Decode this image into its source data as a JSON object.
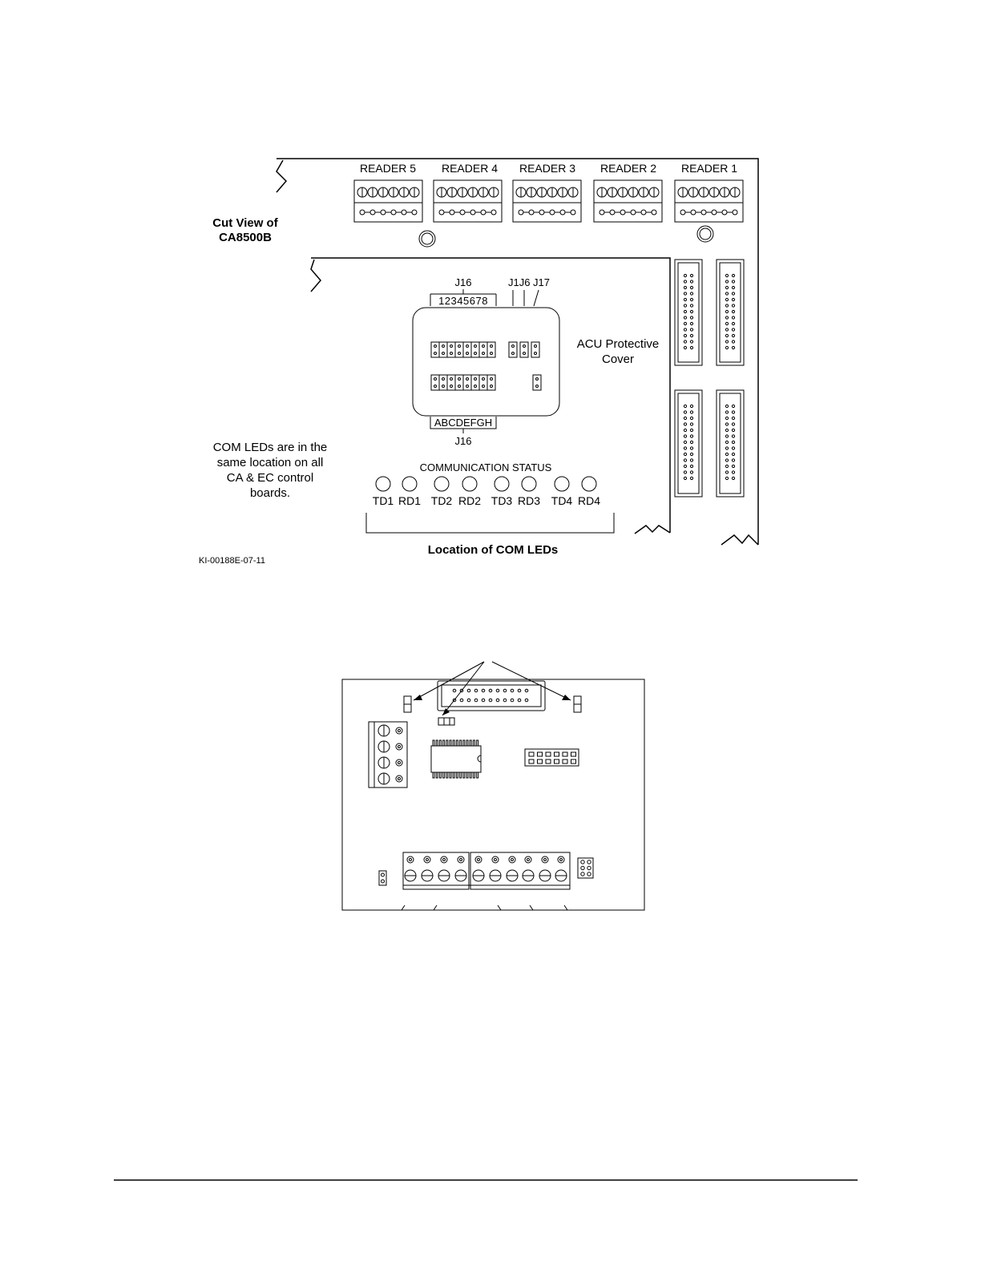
{
  "top_diagram": {
    "readers": [
      "READER 5",
      "READER 4",
      "READER 3",
      "READER 2",
      "READER 1"
    ],
    "cut_view_line1": "Cut View of",
    "cut_view_line2": "CA8500B",
    "j16_top": "J16",
    "j16_top_numbers": "12345678",
    "j1_j6_j17": "J1J6 J17",
    "cover_line1": "ACU Protective",
    "cover_line2": "Cover",
    "j16_bottom_letters": "ABCDEFGH",
    "j16_bottom": "J16",
    "note_lines": [
      "COM LEDs are in the",
      "same location on all",
      "CA & EC control",
      "boards."
    ],
    "comm_status": "COMMUNICATION STATUS",
    "leds": [
      "TD1",
      "RD1",
      "TD2",
      "RD2",
      "TD3",
      "RD3",
      "TD4",
      "RD4"
    ],
    "location_caption": "Location of COM LEDs",
    "figure_id": "KI-00188E-07-11"
  }
}
